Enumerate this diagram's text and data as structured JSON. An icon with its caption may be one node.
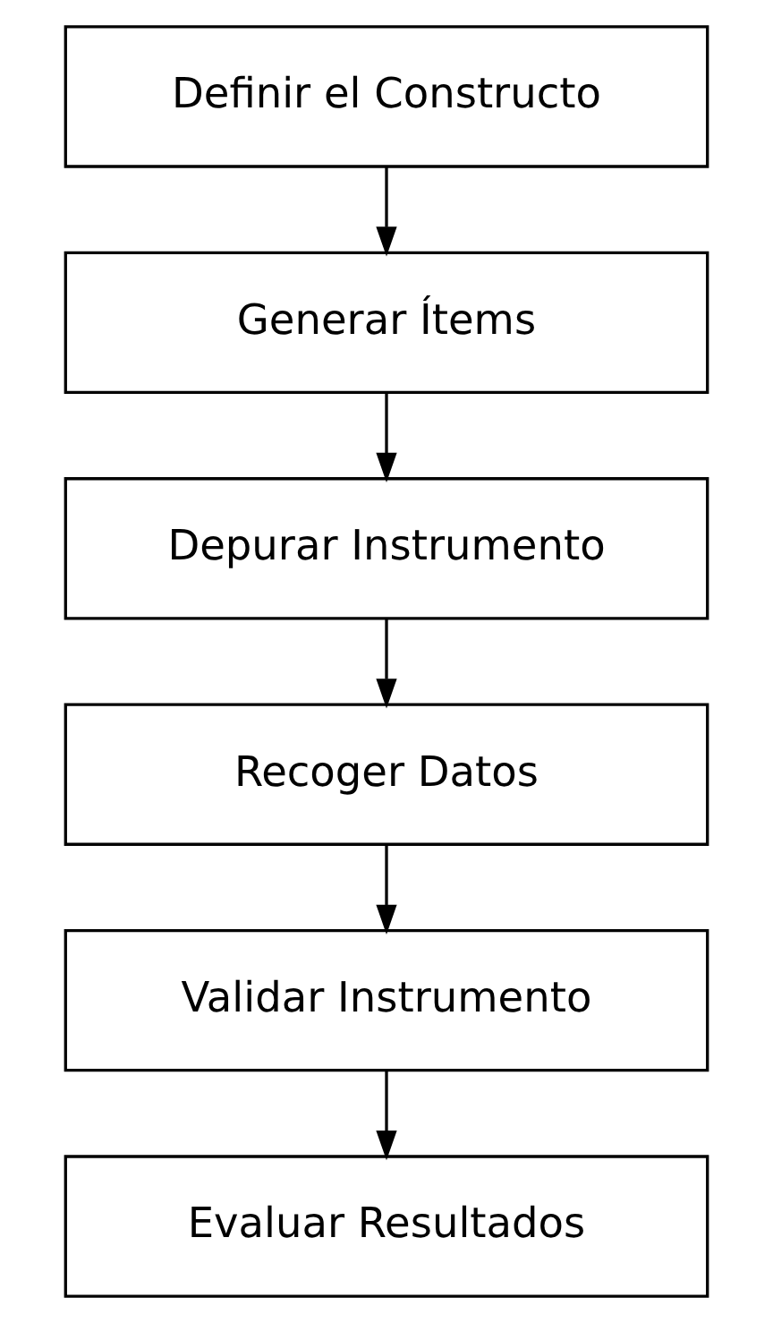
{
  "diagram": {
    "nodes": [
      {
        "text": [
          "Definir el Constructo"
        ]
      },
      {
        "text": [
          "Generar Ítems"
        ]
      },
      {
        "text": [
          "Depurar Instrumento"
        ]
      },
      {
        "text": [
          "Recoger Datos"
        ]
      },
      {
        "text": [
          "Validar Instrumento"
        ]
      },
      {
        "text": [
          "Evaluar Resultados"
        ]
      }
    ],
    "edges": [
      {
        "from": 0,
        "to": 1,
        "arrow": "to"
      },
      {
        "from": 1,
        "to": 2,
        "arrow": "to"
      },
      {
        "from": 2,
        "to": 3,
        "arrow": "to"
      },
      {
        "from": 3,
        "to": 4,
        "arrow": "to"
      },
      {
        "from": 4,
        "to": 5,
        "arrow": "to"
      }
    ]
  }
}
